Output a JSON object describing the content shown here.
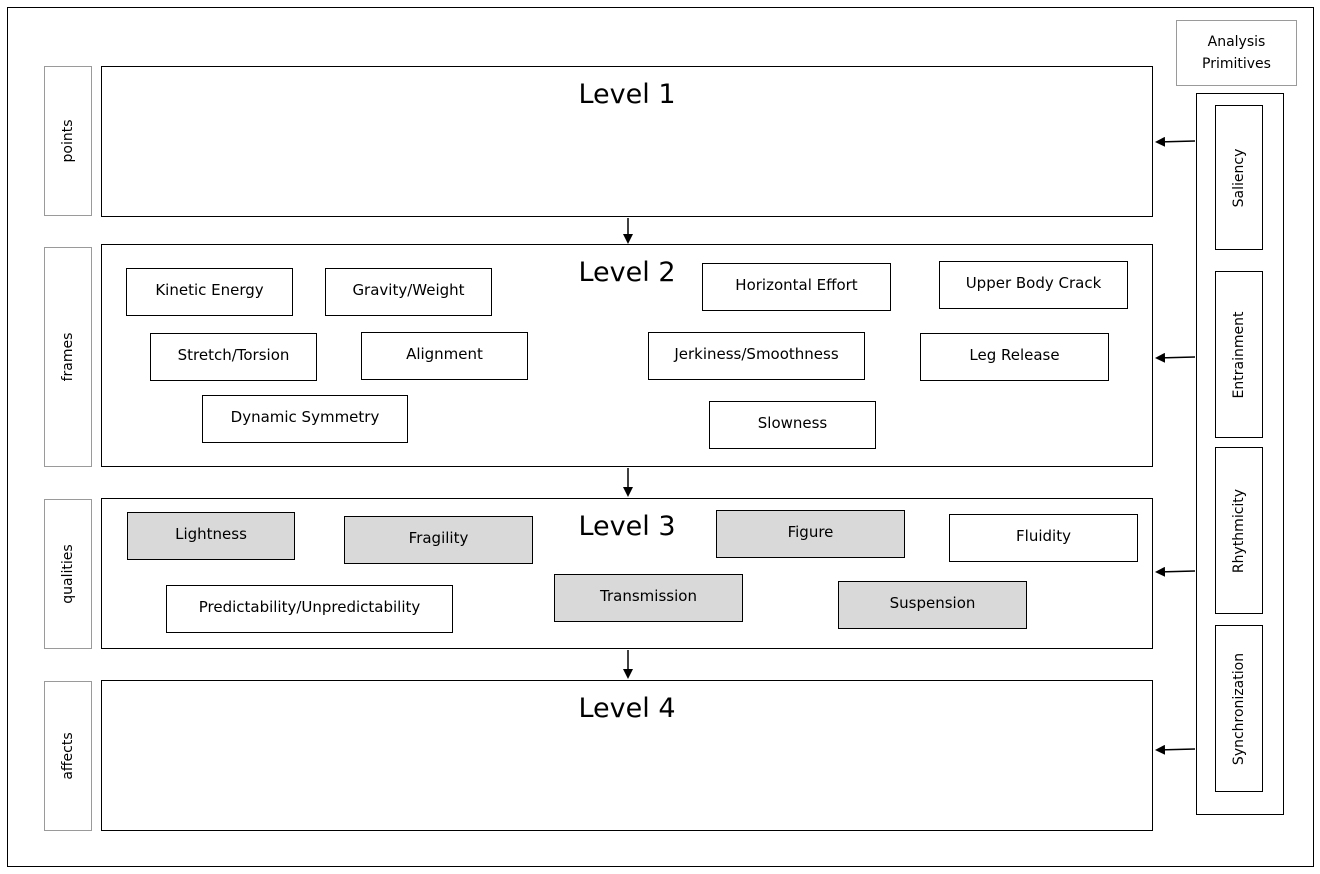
{
  "side_labels": [
    "points",
    "frames",
    "qualities",
    "affects"
  ],
  "levels": [
    "Level 1",
    "Level 2",
    "Level 3",
    "Level 4"
  ],
  "level2_features": [
    "Kinetic Energy",
    "Gravity/Weight",
    "Horizontal Effort",
    "Upper Body Crack",
    "Stretch/Torsion",
    "Alignment",
    "Jerkiness/Smoothness",
    "Leg Release",
    "Dynamic Symmetry",
    "Slowness"
  ],
  "level3_features": [
    "Lightness",
    "Fragility",
    "Figure",
    "Fluidity",
    "Predictability/Unpredictability",
    "Transmission",
    "Suspension"
  ],
  "level3_shaded": [
    true,
    true,
    true,
    false,
    false,
    true,
    true
  ],
  "analysis_primitives": {
    "title_line1": "Analysis",
    "title_line2": "Primitives",
    "items": [
      "Saliency",
      "Entrainment",
      "Rhythmicity",
      "Synchronization"
    ]
  },
  "colors": {
    "shaded": "#d9d9d9",
    "label_border": "#9a9a9a"
  }
}
